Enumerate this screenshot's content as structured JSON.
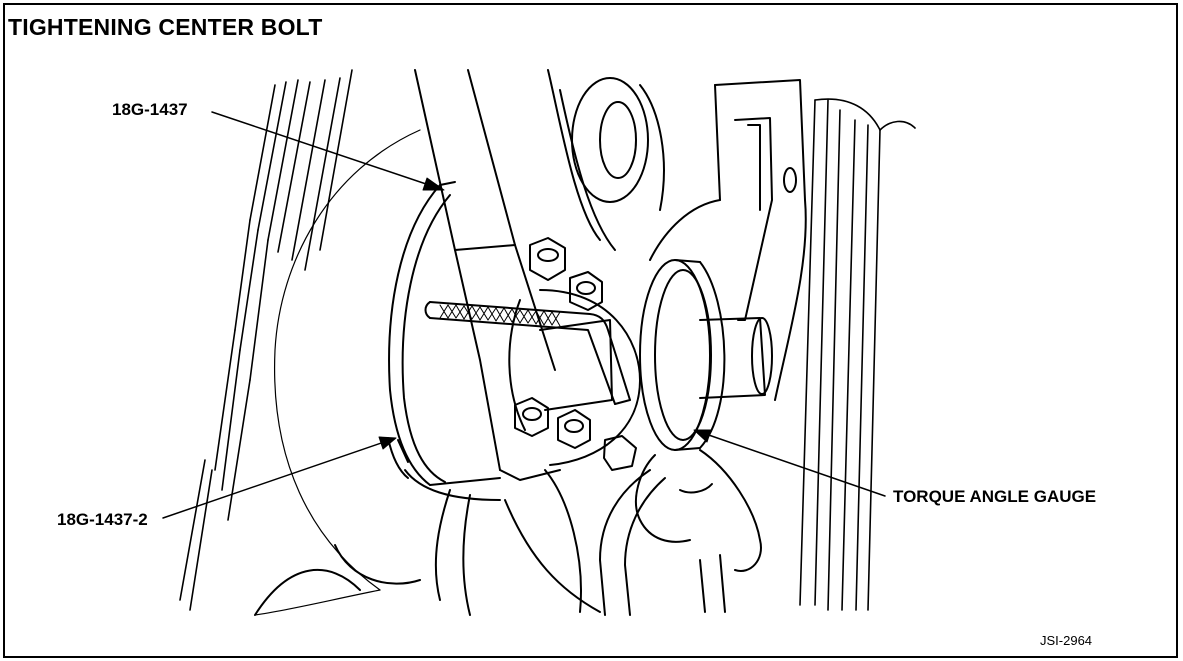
{
  "title": "TIGHTENING CENTER BOLT",
  "callouts": {
    "tool_main": "18G-1437",
    "tool_adapter": "18G-1437-2",
    "torque_angle_gauge": "TORQUE ANGLE GAUGE"
  },
  "figure_code": "JSI-2964"
}
